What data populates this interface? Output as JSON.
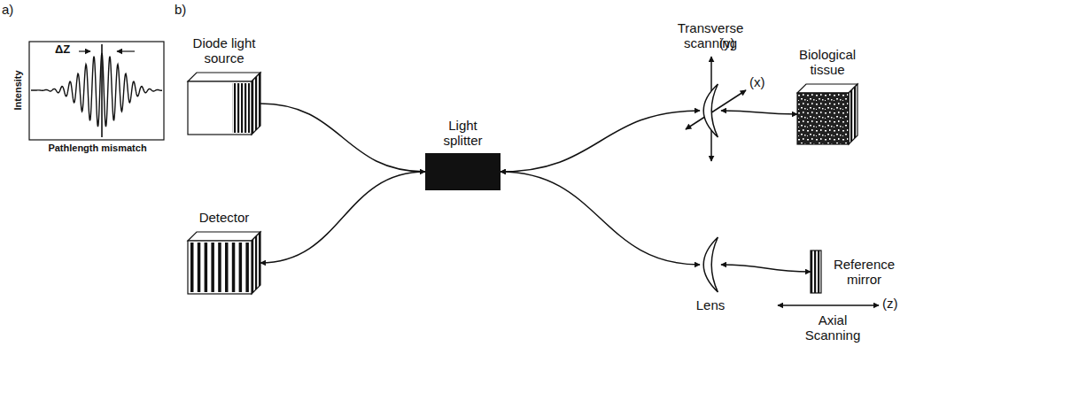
{
  "diagram": {
    "nodes": [
      {
        "text": [
          "Diode light source"
        ]
      },
      {
        "text": [
          "Detector"
        ]
      },
      {
        "text": [
          "Light splitter"
        ]
      },
      {
        "text": [
          "Transverse scanning"
        ]
      },
      {
        "text": [
          "Biological tissue"
        ]
      },
      {
        "text": [
          "Lens"
        ]
      },
      {
        "text": [
          "Reference mirror"
        ]
      }
    ],
    "edges": [
      {
        "from": 0,
        "to": 2,
        "arrow": "to"
      },
      {
        "from": 2,
        "to": 1,
        "arrow": "to"
      },
      {
        "from": 2,
        "to": 3,
        "arrow": "both"
      },
      {
        "from": 3,
        "to": 4,
        "arrow": "both"
      },
      {
        "from": 2,
        "to": 5,
        "arrow": "both"
      },
      {
        "from": 5,
        "to": 6,
        "arrow": "both"
      }
    ],
    "labels": [
      "a)",
      "b)",
      "Intensity",
      "Pathlength mismatch",
      "ΔZ",
      "(y)",
      "(x)",
      "(z)",
      "Axial Scanning"
    ]
  }
}
